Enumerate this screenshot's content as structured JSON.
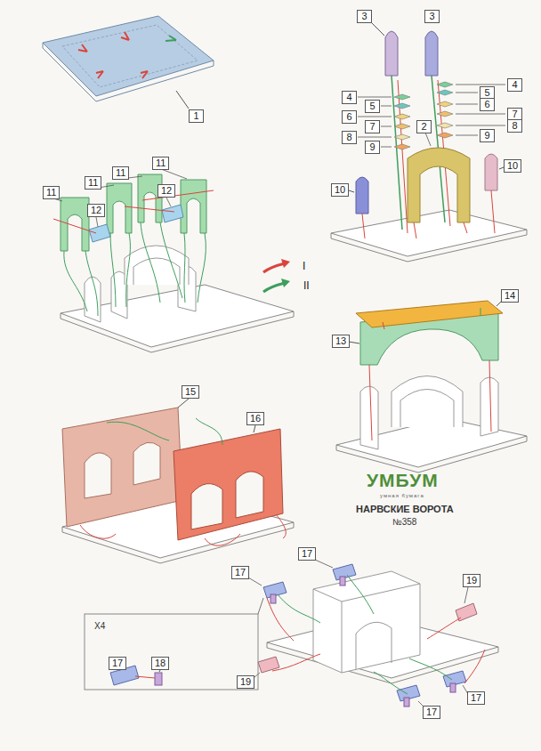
{
  "diagram": {
    "title": "НАРВСКИЕ ВОРОТА",
    "labels": [
      "1",
      "3",
      "3",
      "4",
      "5",
      "6",
      "7",
      "8",
      "9",
      "2",
      "4",
      "5",
      "6",
      "7",
      "8",
      "9",
      "10",
      "10",
      "11",
      "11",
      "11",
      "11",
      "12",
      "12",
      "14",
      "13",
      "15",
      "16",
      "УМБУМ",
      "умная бумага",
      "№358",
      "17",
      "17",
      "19",
      "X4",
      "17",
      "18",
      "19",
      "17",
      "17"
    ],
    "legend": [
      {
        "text": "I"
      },
      {
        "text": "II"
      }
    ]
  }
}
